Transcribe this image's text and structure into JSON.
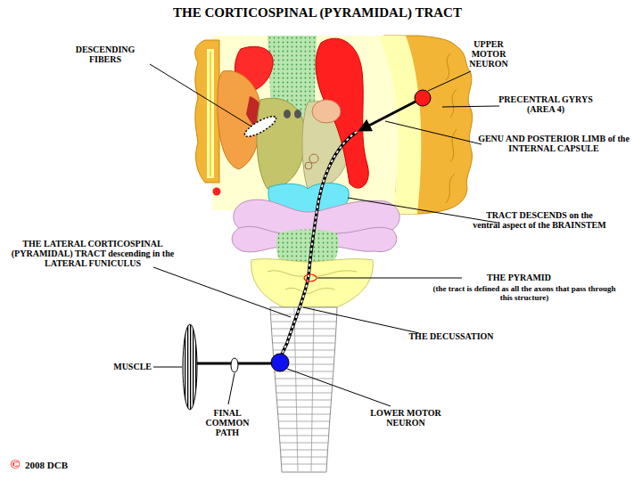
{
  "diagram": {
    "title": "THE CORTICOSPINAL (PYRAMIDAL) TRACT",
    "labels": [
      "UPPER MOTOR NEURON",
      "PRECENTRAL GYRYS (AREA 4)",
      "GENU AND POSTERIOR LIMB of the INTERNAL CAPSULE",
      "DESCENDING FIBERS",
      "TRACT DESCENDS on the ventral aspect of the BRAINSTEM",
      "THE LATERAL CORTICOSPINAL (PYRAMIDAL) TRACT descending in the LATERAL FUNICULUS",
      "THE PYRAMID",
      "(the tract is defined as all the axons that pass through this structure)",
      "THE DECUSSATION",
      "MUSCLE",
      "FINAL COMMON PATH",
      "LOWER MOTOR NEURON",
      "©",
      "2008 DCB"
    ]
  }
}
